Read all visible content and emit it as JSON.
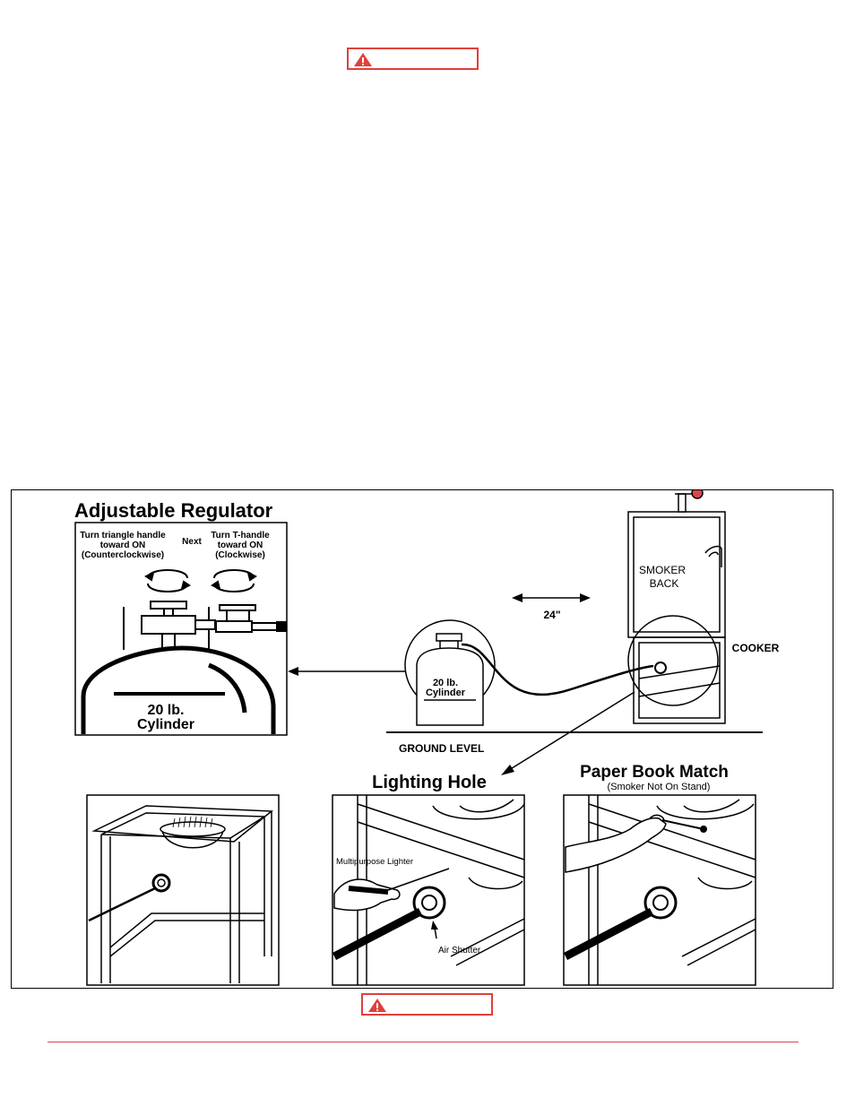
{
  "colors": {
    "warning_red": "#e0403a",
    "rule_red": "#d8474a",
    "ink": "#000000"
  },
  "warnings": {
    "top": {
      "icon": "warning-triangle-icon"
    },
    "bottom": {
      "icon": "warning-triangle-icon"
    }
  },
  "figure": {
    "regulator": {
      "title": "Adjustable Regulator",
      "step1_line1": "Turn triangle handle",
      "step1_line2": "toward ON",
      "step1_line3": "(Counterclockwise)",
      "next": "Next",
      "step2_line1": "Turn T-handle",
      "step2_line2": "toward ON",
      "step2_line3": "(Clockwise)",
      "cylinder_line1": "20 lb.",
      "cylinder_line2": "Cylinder"
    },
    "overview": {
      "smoker_line1": "SMOKER",
      "smoker_line2": "BACK",
      "distance": "24\"",
      "cooker": "COOKER",
      "cylinder_line1": "20 lb.",
      "cylinder_line2": "Cylinder",
      "ground": "GROUND LEVEL"
    },
    "lighting": {
      "title": "Lighting Hole",
      "lighter_label": "Multipurpose Lighter",
      "shutter_label": "Air Shutter"
    },
    "match": {
      "title": "Paper Book Match",
      "subtitle": "(Smoker Not On Stand)"
    }
  }
}
